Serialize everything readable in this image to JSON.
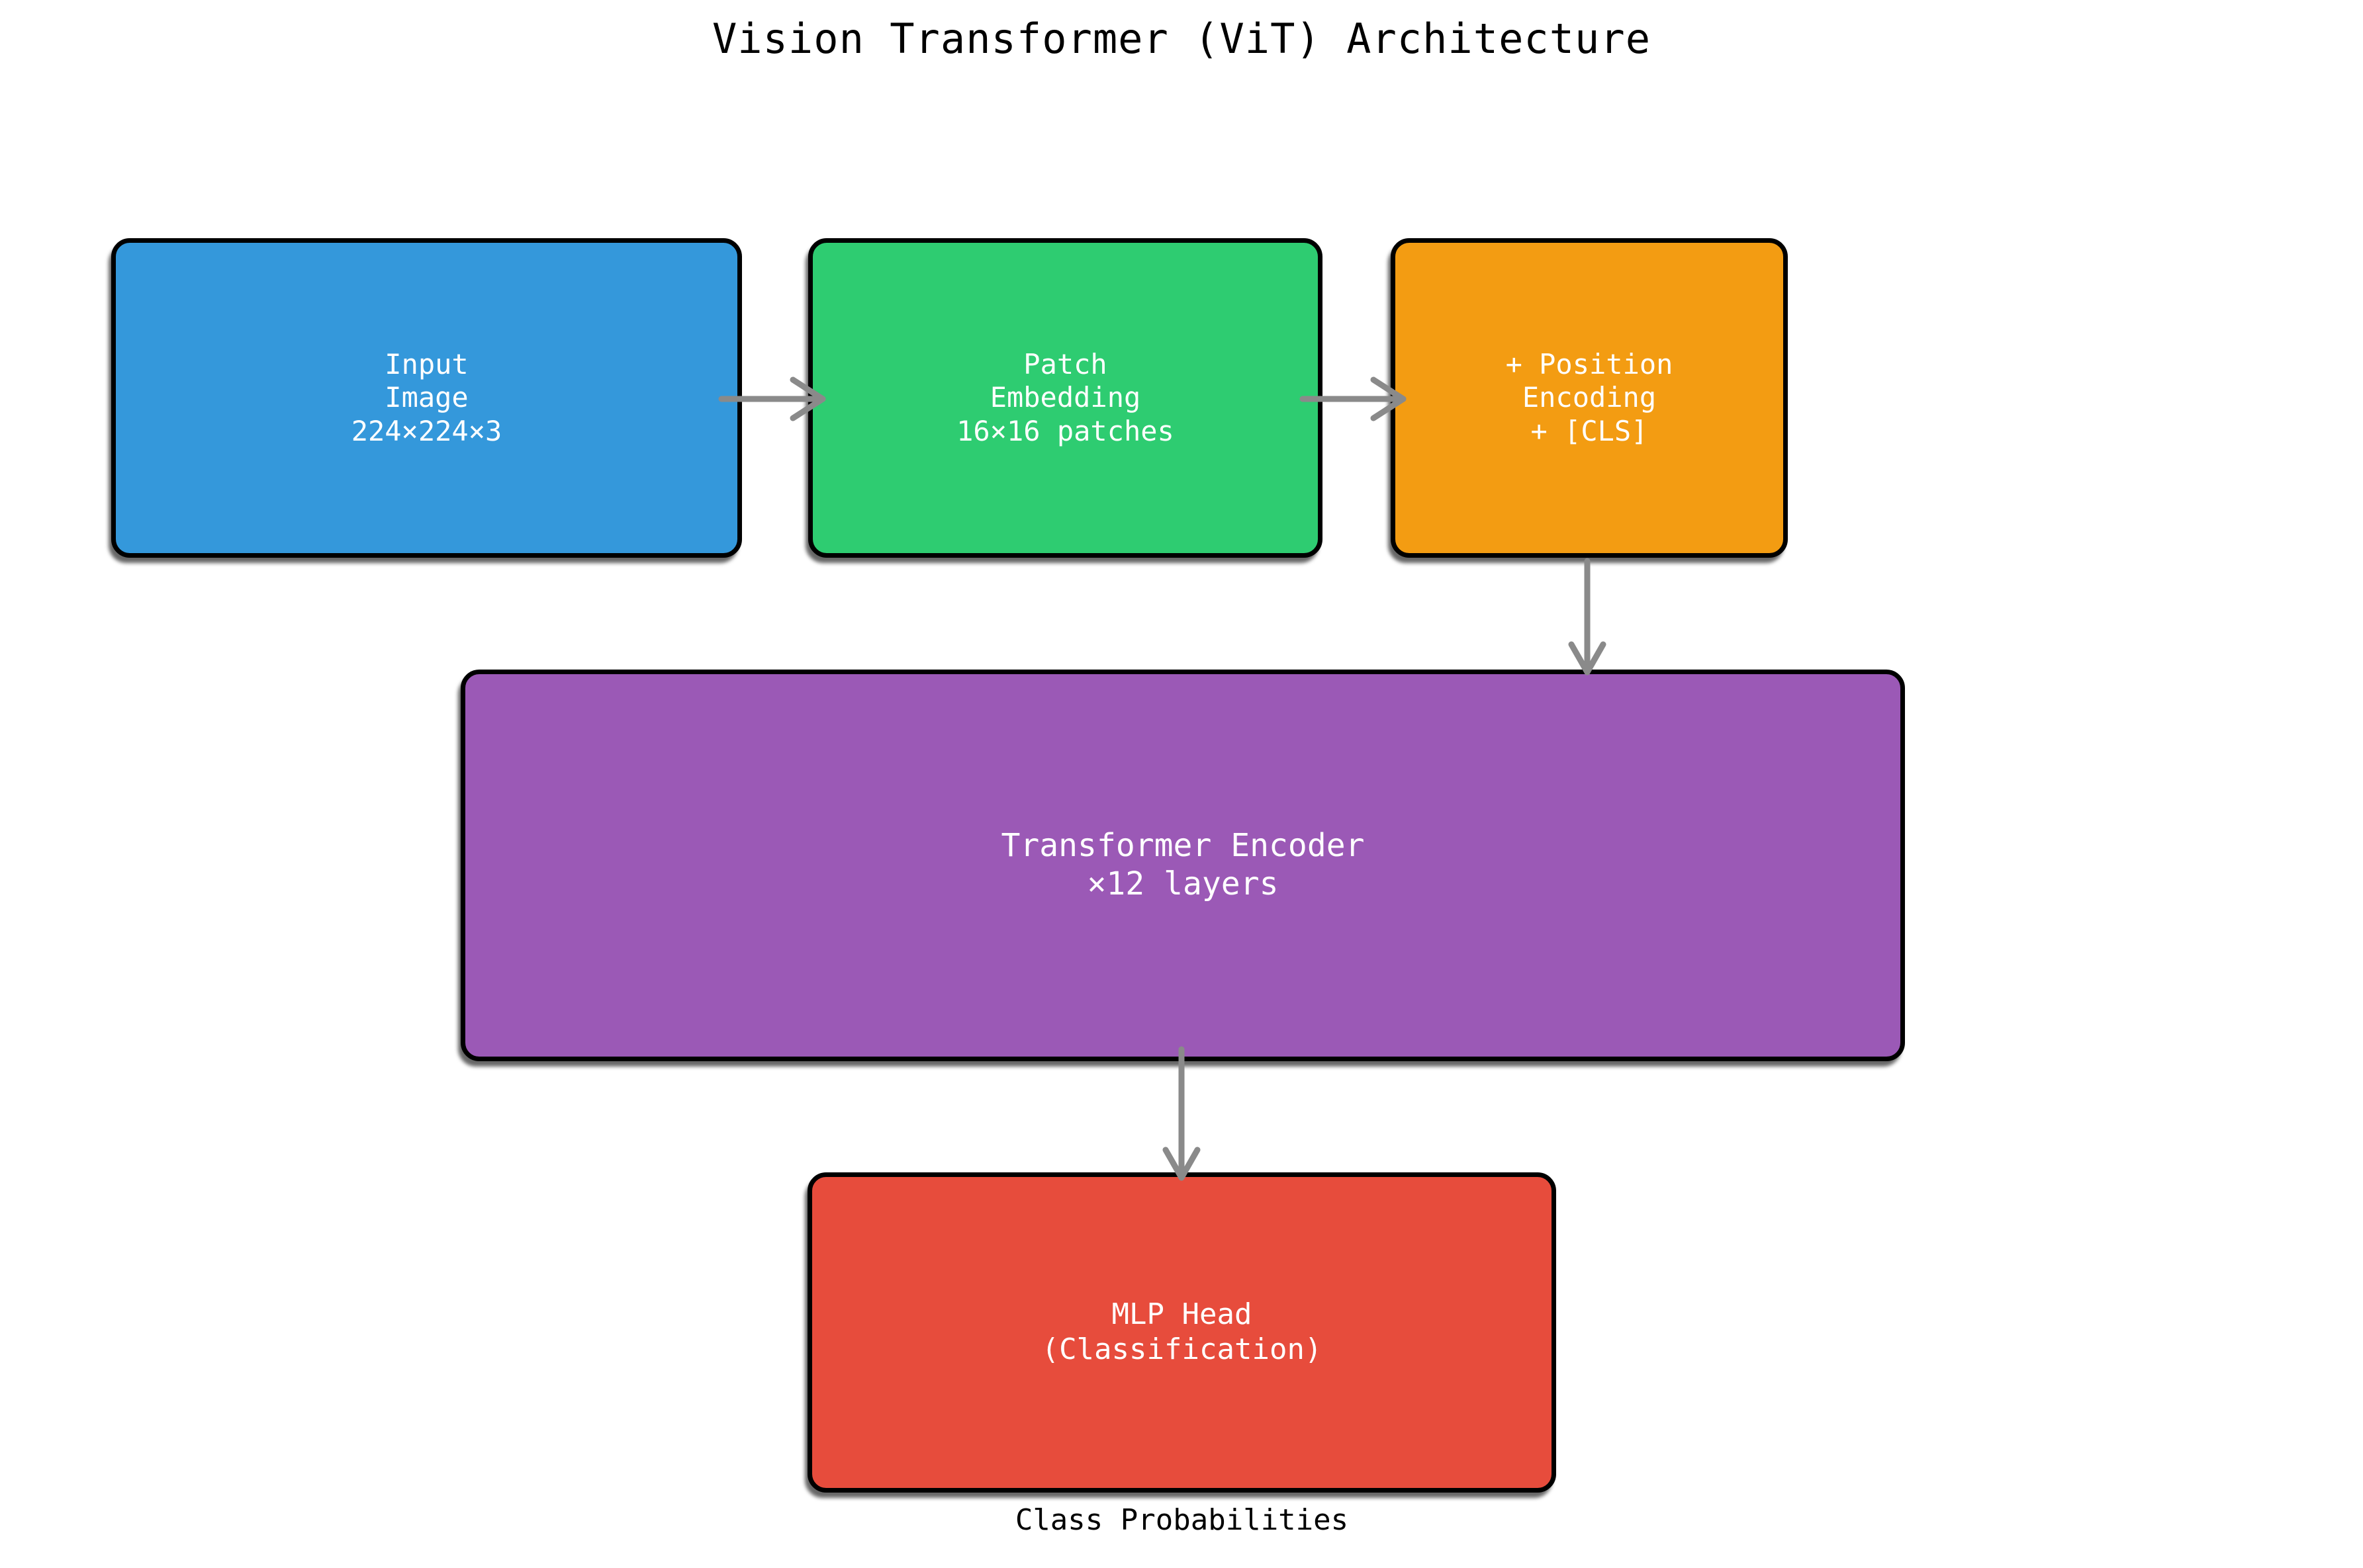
{
  "title": "Vision Transformer (ViT) Architecture",
  "caption": "Class Probabilities",
  "colors": {
    "background": "#ffffff",
    "page-text": "#000000",
    "box-text": "#ffffff",
    "box-border": "#000000",
    "arrow": "#8a8a8a",
    "input-box": "#3498db",
    "patch-box": "#2ecc71",
    "position-box": "#f39c12",
    "encoder-box": "#9b59b6",
    "mlp-box": "#e74c3c"
  },
  "nodes": {
    "input": {
      "lines": [
        "Input",
        "Image",
        "224×224×3"
      ]
    },
    "patch": {
      "lines": [
        "Patch",
        "Embedding",
        "16×16 patches"
      ]
    },
    "position": {
      "lines": [
        "+ Position",
        "Encoding",
        "+ [CLS]"
      ]
    },
    "encoder": {
      "lines": [
        "Transformer Encoder",
        "×12 layers"
      ]
    },
    "mlp": {
      "lines": [
        "MLP Head",
        "(Classification)"
      ]
    }
  },
  "arrows": [
    {
      "name": "input-to-patch",
      "direction": "right"
    },
    {
      "name": "patch-to-position",
      "direction": "right"
    },
    {
      "name": "position-to-encoder",
      "direction": "down"
    },
    {
      "name": "encoder-to-mlp",
      "direction": "down"
    }
  ]
}
